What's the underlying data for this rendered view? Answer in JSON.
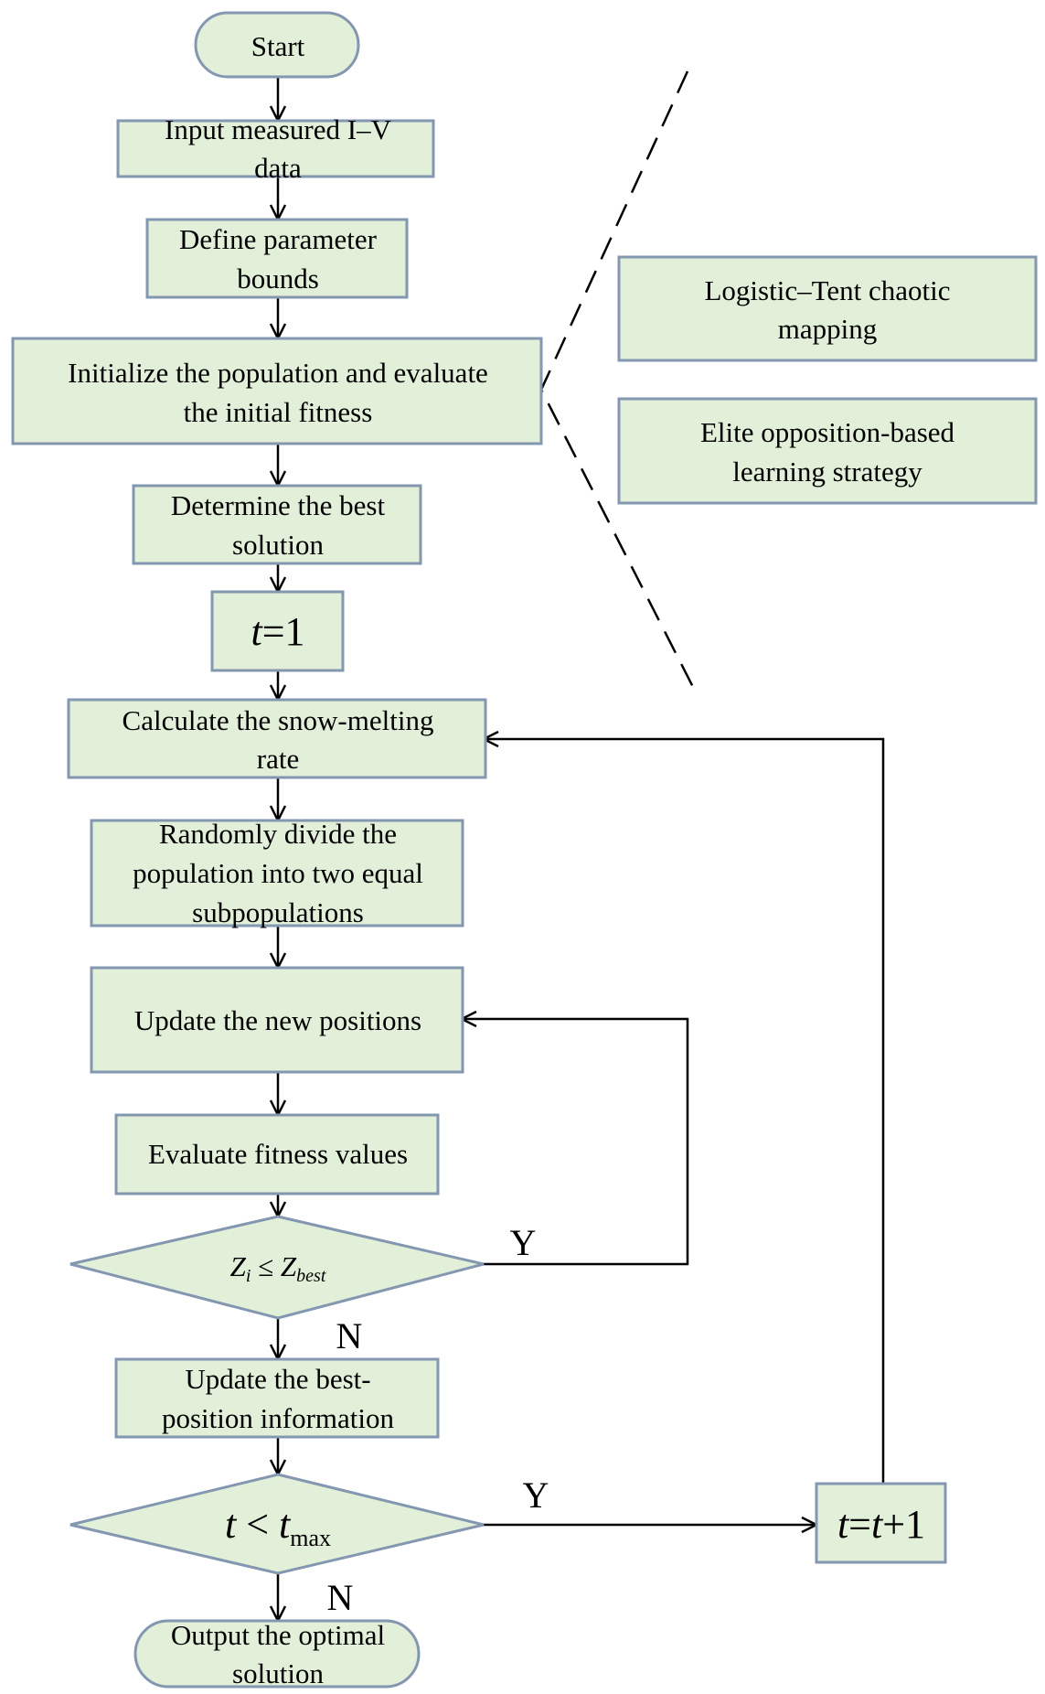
{
  "nodes": {
    "start": "Start",
    "input": [
      "Input measured I–V",
      "data"
    ],
    "bounds": [
      "Define parameter",
      "bounds"
    ],
    "init": [
      "Initialize the population and evaluate",
      "the initial fitness"
    ],
    "best": [
      "Determine the best",
      "solution"
    ],
    "t_init": {
      "var": "t",
      "rest": "=1"
    },
    "snow": [
      "Calculate the snow-melting",
      "rate"
    ],
    "divide": [
      "Randomly divide the",
      "population into two equal",
      "subpopulations"
    ],
    "update_pos": "Update the new positions",
    "evaluate": "Evaluate fitness values",
    "cond1": {
      "z": "Z",
      "sub_i": "i",
      "op": " ≤ ",
      "z2": "Z",
      "sub_best": "best"
    },
    "update_best": [
      "Update the best-",
      "position information"
    ],
    "cond2": {
      "t": "t",
      "op": " < ",
      "t2": "t",
      "sub": "max"
    },
    "output": [
      "Output the optimal",
      "solution"
    ],
    "t_inc": {
      "t": "t",
      "eq": "=",
      "t2": "t",
      "rest": "+1"
    },
    "chaotic": [
      "Logistic–Tent chaotic",
      "mapping"
    ],
    "elite": [
      "Elite opposition-based",
      "learning strategy"
    ]
  },
  "labels": {
    "y1": "Y",
    "n1": "N",
    "y2": "Y",
    "n2": "N"
  }
}
